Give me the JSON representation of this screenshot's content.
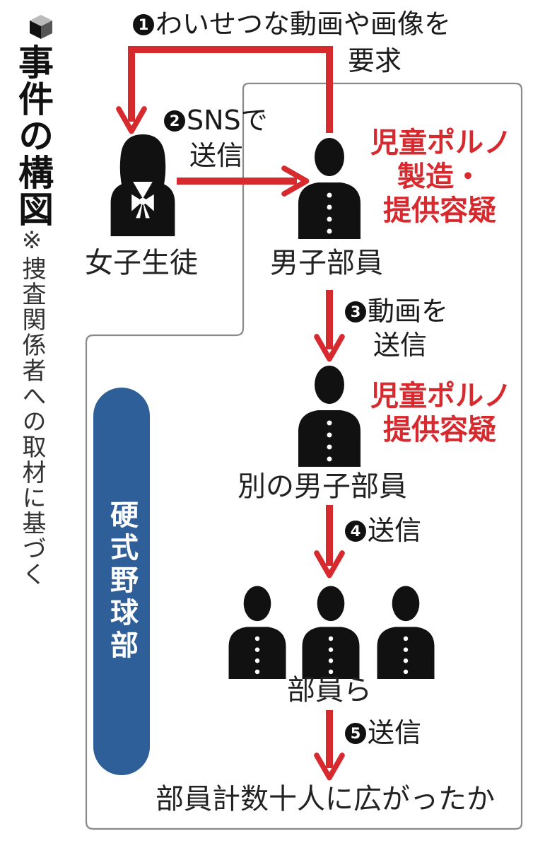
{
  "title": "事件の構図",
  "note": "※捜査関係者への取材に基づく",
  "club_label": "硬式野球部",
  "steps": [
    {
      "num": "1",
      "line1": "わいせつな動画や画像を",
      "line2": "要求"
    },
    {
      "num": "2",
      "line1": "SNSで",
      "line2": "送信"
    },
    {
      "num": "3",
      "line1": "動画を",
      "line2": "送信"
    },
    {
      "num": "4",
      "line1": "送信"
    },
    {
      "num": "5",
      "line1": "送信"
    }
  ],
  "people": {
    "girl": "女子生徒",
    "boy": "男子部員",
    "other_boy": "別の男子部員",
    "members": "部員ら"
  },
  "charges": {
    "boy": [
      "児童ポルノ",
      "製造・",
      "提供容疑"
    ],
    "other_boy": [
      "児童ポルノ",
      "提供容疑"
    ]
  },
  "conclusion": "部員計数十人に広がったか",
  "colors": {
    "red": "#d62a2f",
    "blue": "#2f5f98",
    "black": "#111111"
  }
}
